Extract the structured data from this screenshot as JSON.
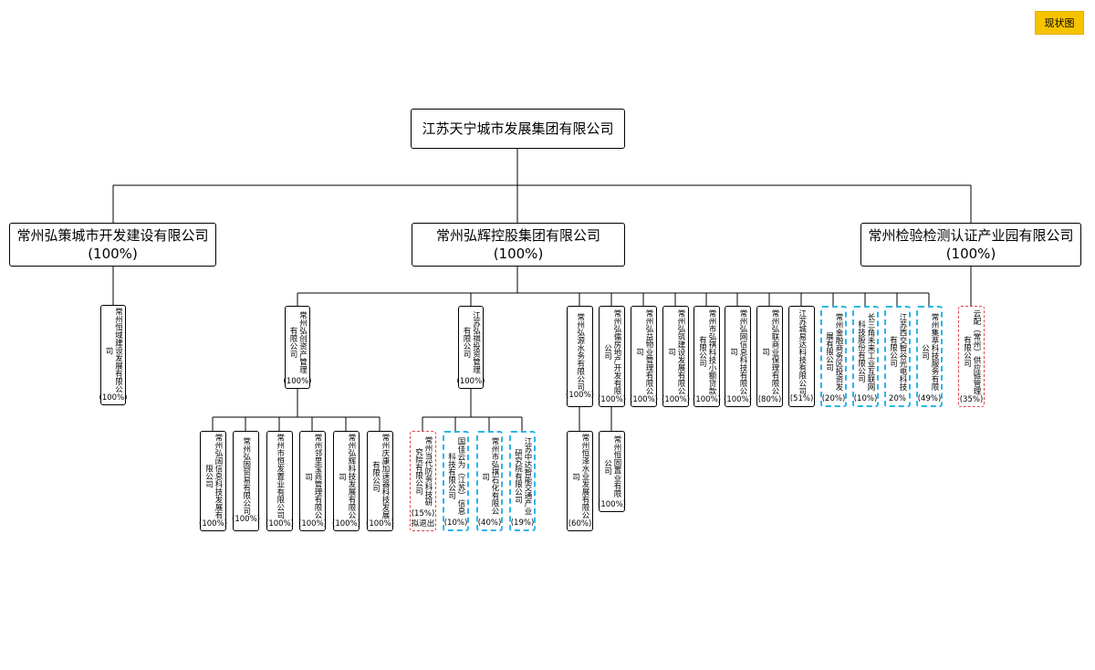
{
  "tag": "现状图",
  "root": {
    "name": "江苏天宁城市发展集团有限公司"
  },
  "level1": [
    {
      "name": "常州弘策城市开发建设有限公司",
      "pct": "(100%)"
    },
    {
      "name": "常州弘辉控股集团有限公司",
      "pct": "(100%)"
    },
    {
      "name": "常州检验检测认证产业园有限公司",
      "pct": "(100%)"
    }
  ],
  "level2": [
    {
      "name": "常州恒域建设发展有限公司",
      "pct": "(100%)",
      "style": "solid"
    },
    {
      "name": "常州弘创资产管理有限公司",
      "pct": "(100%)",
      "style": "solid"
    },
    {
      "name": "江苏弘祺投资管理有限公司",
      "pct": "(100%)",
      "style": "solid"
    },
    {
      "name": "常州弘源水务有限公司",
      "pct": "(100%)",
      "style": "solid"
    },
    {
      "name": "常州弘儒房地产开发有限公司",
      "pct": "(100%)",
      "style": "solid"
    },
    {
      "name": "常州弘益物业管理有限公司",
      "pct": "(100%)",
      "style": "solid"
    },
    {
      "name": "常州弘筑建设发展有限公司",
      "pct": "(100%)",
      "style": "solid"
    },
    {
      "name": "常州市弘祺科技小额贷款有限公司",
      "pct": "(100%)",
      "style": "solid"
    },
    {
      "name": "常州弘网信息科技有限公司",
      "pct": "(100%)",
      "style": "solid"
    },
    {
      "name": "常州弘联商业保理有限公司",
      "pct": "(80%)",
      "style": "solid"
    },
    {
      "name": "江苏城易达科技有限公司",
      "pct": "(51%)",
      "style": "solid"
    },
    {
      "name": "常州金融商务区投资发展有限公司",
      "pct": "(20%)",
      "style": "blue"
    },
    {
      "name": "长三角未来工业互联网科技股份有限公司",
      "pct": "(10%)",
      "style": "blue"
    },
    {
      "name": "江苏西交智谷光电科技有限公司",
      "pct": "20%",
      "style": "blue"
    },
    {
      "name": "常州集萃科技服务有限公司",
      "pct": "(49%)",
      "style": "blue"
    },
    {
      "name": "云配（常州）供应链管理有限公司",
      "pct": "(35%)",
      "style": "red"
    }
  ],
  "level3": [
    {
      "name": "常州弘阔信息科技发展有限公司",
      "pct": "(100%)",
      "style": "solid"
    },
    {
      "name": "常州弘固贸易有限公司",
      "pct": "(100%)",
      "style": "solid"
    },
    {
      "name": "常州市恒发置业有限公司",
      "pct": "(100%)",
      "style": "solid"
    },
    {
      "name": "常州邻里宝商管理有限公司",
      "pct": "(100%)",
      "style": "solid"
    },
    {
      "name": "常州弘辉科技发展有限公司",
      "pct": "(100%)",
      "style": "solid"
    },
    {
      "name": "常州庆康加速器科技发展有限公司",
      "pct": "(100%)",
      "style": "solid"
    },
    {
      "name": "常州当代防务科技研究院有限公司",
      "pct": "(15%)",
      "extra": "拟退出",
      "style": "red"
    },
    {
      "name": "国佳云为（江苏）信息科技有限公司",
      "pct": "(10%)",
      "style": "blue"
    },
    {
      "name": "常州市弘祺石化有限公司",
      "pct": "(40%)",
      "style": "blue"
    },
    {
      "name": "江苏中达智能交通产业研究院有限公司",
      "pct": "(19%)",
      "style": "blue"
    },
    {
      "name": "常州恒泽水业发展有限公司",
      "pct": "(60%)",
      "style": "solid"
    },
    {
      "name": "常州恒固置业有限公司",
      "pct": "(100%)",
      "style": "solid"
    }
  ]
}
